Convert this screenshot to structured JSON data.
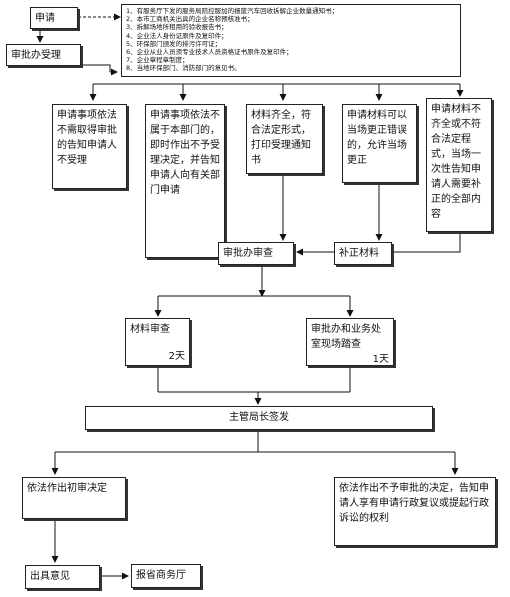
{
  "nodes": {
    "apply": "申请",
    "accept": "审批办受理",
    "materials": [
      "1、有服务厅下发的服务局陪控服加的报废汽车回收拆解企业数量通知书；",
      "2、本市工商机关出具的企业名称预核准书；",
      "3、拆解场地所租用的验收报告书；",
      "4、企业法人身份证原件及复印件；",
      "5、环保部门颁发的排污许可证；",
      "6、企业从业人员须专业技术人员资格证书原件及复印件；",
      "7、企业章程章制度；",
      "8、当地环保部门、消防部门的意见书。"
    ],
    "no_permit": "申请事项依法不需取得审批的告知申请人不受理",
    "not_dept": "申请事项依法不属于本部门的，即时作出不予受理决定，并告知申请人向有关部门申请",
    "complete": "材料齐全，符合法定形式，打印受理通知书",
    "correctable": "申请材料可以当场更正错误的，允许当场更正",
    "incomplete": "申请材料不齐全或不符合法定程式，当场一次性告知申请人需要补正的全部内容",
    "review": "审批办审查",
    "supplement": "补正材料",
    "material_review": "材料审查",
    "material_review_days": "2天",
    "site_check": "审批办和业务处室现场踏查",
    "site_check_days": "1天",
    "sign": "主管局长签发",
    "approve": "依法作出初审决定",
    "reject": "依法作出不予审批的决定，告知申请人享有申请行政复议或提起行政诉讼的权利",
    "opinion": "出具意见",
    "report": "报省商务厅"
  }
}
